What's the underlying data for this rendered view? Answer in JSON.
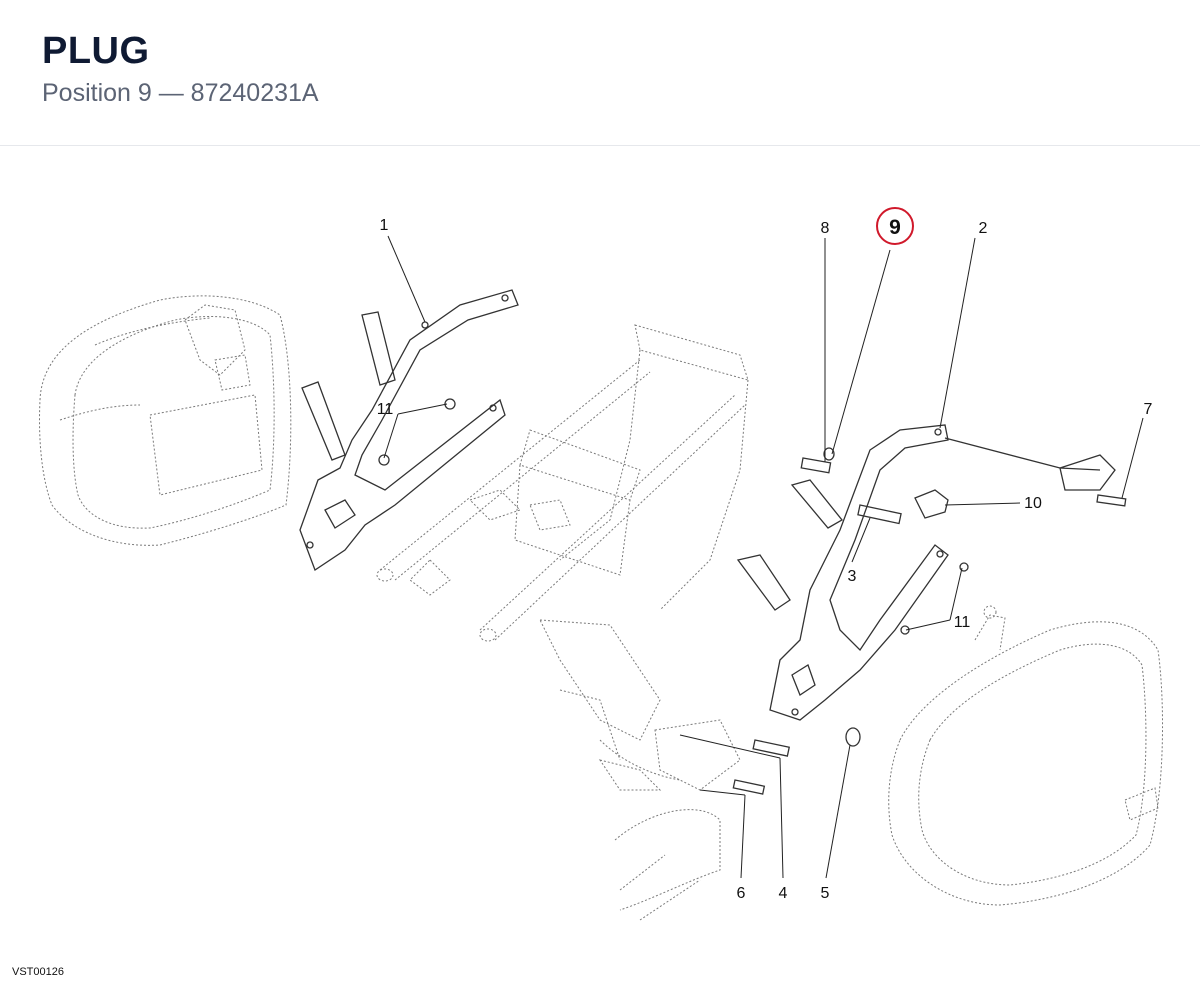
{
  "header": {
    "title": "PLUG",
    "subtitle": "Position 9 — 87240231A"
  },
  "diagram": {
    "code": "VST00126",
    "highlight_color": "#d0192b",
    "callouts": [
      {
        "id": "c1",
        "label": "1"
      },
      {
        "id": "c2",
        "label": "2"
      },
      {
        "id": "c3",
        "label": "3"
      },
      {
        "id": "c4",
        "label": "4"
      },
      {
        "id": "c5",
        "label": "5"
      },
      {
        "id": "c6",
        "label": "6"
      },
      {
        "id": "c7",
        "label": "7"
      },
      {
        "id": "c8",
        "label": "8"
      },
      {
        "id": "c9",
        "label": "9",
        "highlighted": true
      },
      {
        "id": "c10",
        "label": "10"
      },
      {
        "id": "c11a",
        "label": "11"
      },
      {
        "id": "c11b",
        "label": "11"
      }
    ]
  }
}
